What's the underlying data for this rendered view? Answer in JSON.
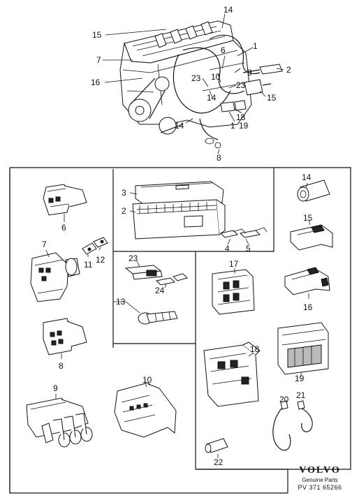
{
  "callouts": {
    "c1": "1",
    "c2": "2",
    "c3": "3",
    "c4": "4",
    "c5": "5",
    "c6": "6",
    "c7": "7",
    "c8": "8",
    "c9": "9",
    "c10": "10",
    "c11": "11",
    "c12": "12",
    "c13": "13",
    "c14": "14",
    "c15": "15",
    "c16": "16",
    "c17": "17",
    "c18": "18",
    "c19": "19",
    "c20": "20",
    "c21": "21",
    "c22": "22",
    "c23": "23",
    "c24": "24"
  },
  "brand": {
    "name": "VOLVO",
    "subtitle": "Genuine Parts",
    "code": "PV 371 65266"
  }
}
